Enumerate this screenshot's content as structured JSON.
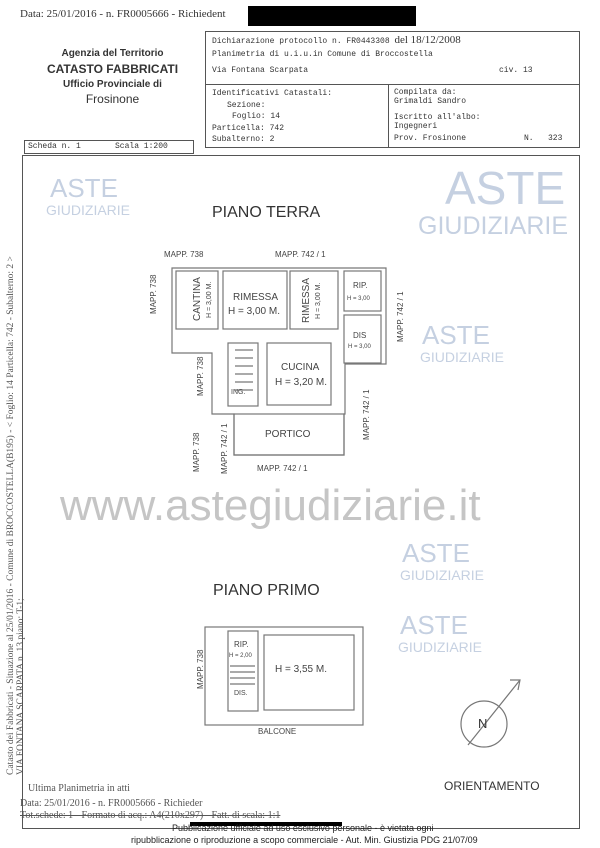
{
  "header": {
    "top_line": "Data: 25/01/2016 - n. FR0005666 - Richiedent",
    "agency": "Agenzia del Territorio",
    "catasto": "CATASTO FABBRICATI",
    "ufficio": "Ufficio Provinciale di",
    "provincia": "Frosinone"
  },
  "declaration": {
    "protocollo": "Dichiarazione protocollo n. FR0443308",
    "del": "del 18/12/2008",
    "planimetria": "Planimetria di u.i.u.in Comune di Broccostella",
    "via": "Via Fontana Scarpata",
    "civ": "civ. 13",
    "identificativi": "Identificativi Catastali:",
    "sezione": "Sezione:",
    "foglio": "Foglio: 14",
    "particella": "Particella: 742",
    "subalterno": "Subalterno: 2",
    "compilata": "Compilata da:",
    "compilatore": "Grimaldi Sandro",
    "iscritto": "Iscritto all'albo:",
    "albo": "Ingegneri",
    "prov": "Prov. Frosinone",
    "numero": "N.   323"
  },
  "scheda": {
    "label": "Scheda n. 1",
    "scala": "Scala 1:200"
  },
  "side_text": {
    "line1": "Catasto dei Fabbricati - Situazione al 25/01/2016 - Comune di BROCCOSTELLA(B195) - < Foglio: 14 Particella: 742 - Subalterno: 2 >",
    "line2": "VIA FONTANA SCARPATA n. 13 piano: T-1;"
  },
  "piano_terra": {
    "title": "PIANO TERRA",
    "rooms": {
      "cantina": "CANTINA",
      "cantina_h": "H = 3,00 M.",
      "rimessa1": "RIMESSA",
      "rimessa1_h": "H = 3,00 M.",
      "rimessa2": "RIMESSA",
      "rimessa2_h": "H = 3,00 M.",
      "rip": "RIP.",
      "rip_h": "H = 3,00",
      "dis": "DIS",
      "dis_h": "H = 3,00",
      "cucina": "CUCINA",
      "cucina_h": "H = 3,20 M.",
      "ing": "ING.",
      "portico": "PORTICO"
    },
    "mapp": {
      "top_left": "MAPP. 738",
      "top_right": "MAPP. 742 / 1",
      "left1": "MAPP. 738",
      "left2": "MAPP. 738",
      "left3": "MAPP. 738",
      "left4": "MAPP. 742 / 1",
      "right1": "MAPP. 742 / 1",
      "right2": "MAPP. 742 / 1",
      "bottom": "MAPP. 742 / 1"
    }
  },
  "piano_primo": {
    "title": "PIANO PRIMO",
    "rooms": {
      "rip": "RIP.",
      "rip_h": "H = 2,00",
      "main_h": "H = 3,55 M.",
      "dis": "DIS.",
      "balcone": "BALCONE"
    },
    "mapp": {
      "left": "MAPP. 738"
    }
  },
  "orientation": {
    "north": "N",
    "label": "ORIENTAMENTO"
  },
  "footer": {
    "ultima": "Ultima Planimetria in atti",
    "data_line": "Data: 25/01/2016 - n. FR0005666 - Richieder",
    "tot_line": "Tot.schede: 1 - Formato di acq.: A4(210x297) - Fatt. di scala: 1:1",
    "pub1": "Pubblicazione ufficiale ad uso esclusivo personale - è vietata ogni",
    "pub2": "ripubblicazione o riproduzione a scopo commerciale - Aut. Min. Giustizia PDG 21/07/09"
  },
  "watermark": {
    "aste": "ASTE",
    "giudiziarie": "GIUDIZIARIE",
    "url": "www.astegiudiziarie.it",
    "color": "#5a78aa"
  }
}
